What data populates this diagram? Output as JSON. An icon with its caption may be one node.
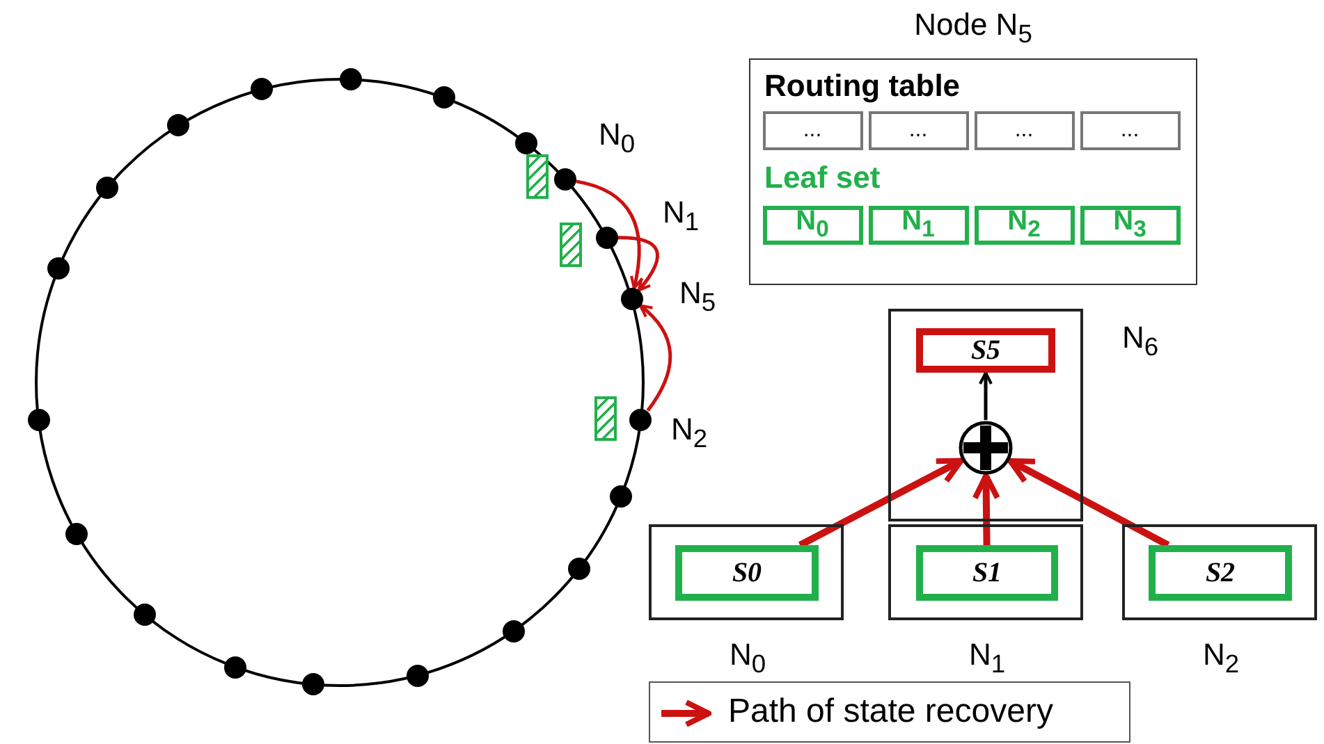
{
  "diagram": {
    "nodes": [
      {
        "text": [],
        "shape": "circle"
      },
      {
        "text": [],
        "shape": "circle"
      },
      {
        "text": [],
        "shape": "circle"
      },
      {
        "text": [],
        "shape": "circle"
      },
      {
        "text": [],
        "shape": "circle"
      },
      {
        "text": [],
        "shape": "circle"
      },
      {
        "text": [],
        "shape": "circle"
      },
      {
        "text": [],
        "shape": "circle"
      },
      {
        "text": [],
        "shape": "circle",
        "beside": [
          "N$_{0}$"
        ]
      },
      {
        "text": [],
        "shape": "circle",
        "beside": [
          "N$_{1}$"
        ]
      },
      {
        "text": [],
        "shape": "circle",
        "beside": [
          "N$_{5}$"
        ]
      },
      {
        "text": [],
        "shape": "circle",
        "beside": [
          "N$_{2}$"
        ]
      },
      {
        "text": [],
        "shape": "circle"
      },
      {
        "text": [],
        "shape": "circle"
      },
      {
        "text": [],
        "shape": "circle"
      },
      {
        "text": [],
        "shape": "circle"
      },
      {
        "text": [],
        "shape": "circle"
      },
      {
        "text": [],
        "shape": "circle"
      },
      {
        "text": [],
        "shape": "circle"
      },
      {
        "text": [],
        "shape": "circle"
      },
      {
        "text": [],
        "shape": "box"
      },
      {
        "text": [],
        "shape": "box"
      },
      {
        "text": [],
        "shape": "box"
      },
      {
        "text": [
          "Node N$_{5}$",
          "Routing table",
          "Leaf set"
        ]
      },
      {
        "text": [
          "..."
        ],
        "in": 23
      },
      {
        "text": [
          "..."
        ],
        "in": 23
      },
      {
        "text": [
          "..."
        ],
        "in": 23
      },
      {
        "text": [
          "..."
        ],
        "in": 23
      },
      {
        "text": [
          "N$_{0}$"
        ],
        "in": 23
      },
      {
        "text": [
          "N$_{1}$"
        ],
        "in": 23
      },
      {
        "text": [
          "N$_{2}$"
        ],
        "in": 23
      },
      {
        "text": [
          "N$_{3}$"
        ],
        "in": 23
      },
      {
        "text": [],
        "shape": "box",
        "beside": [
          "N$_{6}$"
        ]
      },
      {
        "text": [
          "S5"
        ],
        "in": 32
      },
      {
        "text": [],
        "shape": "circle",
        "in": 32
      },
      {
        "text": [],
        "shape": "box",
        "beside": [
          "N$_{0}$"
        ]
      },
      {
        "text": [
          "S0"
        ],
        "in": 35
      },
      {
        "text": [],
        "shape": "box",
        "beside": [
          "N$_{1}$"
        ]
      },
      {
        "text": [
          "S1"
        ],
        "in": 37
      },
      {
        "text": [],
        "shape": "box",
        "beside": [
          "N$_{2}$"
        ]
      },
      {
        "text": [
          "S2"
        ],
        "in": 39
      }
    ],
    "edges": [
      {
        "from": 8,
        "to": 10,
        "arrow": "to"
      },
      {
        "from": 9,
        "to": 10,
        "arrow": "to"
      },
      {
        "from": 11,
        "to": 10,
        "arrow": "to"
      },
      {
        "from": 36,
        "to": 34,
        "arrow": "to",
        "style": "thick"
      },
      {
        "from": 38,
        "to": 34,
        "arrow": "to",
        "style": "thick"
      },
      {
        "from": 40,
        "to": 34,
        "arrow": "to",
        "style": "thick"
      },
      {
        "from": 34,
        "to": 33,
        "arrow": "to",
        "color": "#000000"
      }
    ],
    "legend": [
      {
        "text": "Path of state recovery"
      }
    ]
  }
}
